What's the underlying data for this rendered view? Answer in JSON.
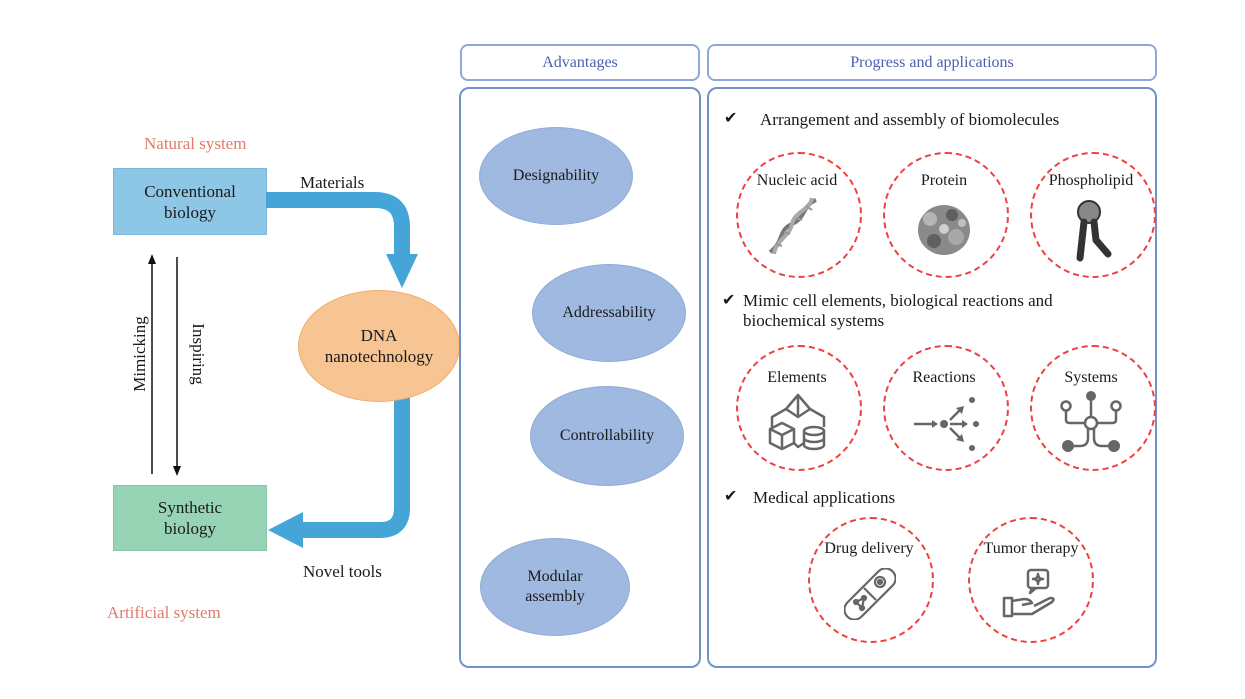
{
  "left": {
    "natural_system_label": "Natural system",
    "artificial_system_label": "Artificial system",
    "conventional_biology": "Conventional biology",
    "synthetic_biology": "Synthetic biology",
    "dna_nanotechnology": "DNA nanotechnology",
    "materials_label": "Materials",
    "novel_tools_label": "Novel tools",
    "mimicking_label": "Mimicking",
    "inspiring_label": "Inspiring"
  },
  "advantages": {
    "header": "Advantages",
    "items": [
      "Designability",
      "Addressability",
      "Controllability",
      "Modular assembly"
    ]
  },
  "progress": {
    "header": "Progress and applications",
    "sections": [
      {
        "title": "Arrangement and assembly of biomolecules",
        "items": [
          {
            "label": "Nucleic acid",
            "icon": "dna-helix-icon"
          },
          {
            "label": "Protein",
            "icon": "protein-icon"
          },
          {
            "label": "Phospholipid",
            "icon": "phospholipid-icon"
          }
        ]
      },
      {
        "title": "Mimic cell elements, biological reactions and biochemical systems",
        "items": [
          {
            "label": "Elements",
            "icon": "elements-icon"
          },
          {
            "label": "Reactions",
            "icon": "reactions-icon"
          },
          {
            "label": "Systems",
            "icon": "systems-icon"
          }
        ]
      },
      {
        "title": "Medical applications",
        "items": [
          {
            "label": "Drug delivery",
            "icon": "capsule-icon"
          },
          {
            "label": "Tumor therapy",
            "icon": "hand-care-icon"
          }
        ]
      }
    ],
    "check_glyph": "✔"
  },
  "colors": {
    "system_label": "#e07a6a",
    "header_text": "#4a5fb0",
    "arrow_blue": "#45a5d8",
    "dna_orange": "#f7c593",
    "advantage_blue": "#9fb9e0",
    "dashed_red": "#ee4040"
  }
}
